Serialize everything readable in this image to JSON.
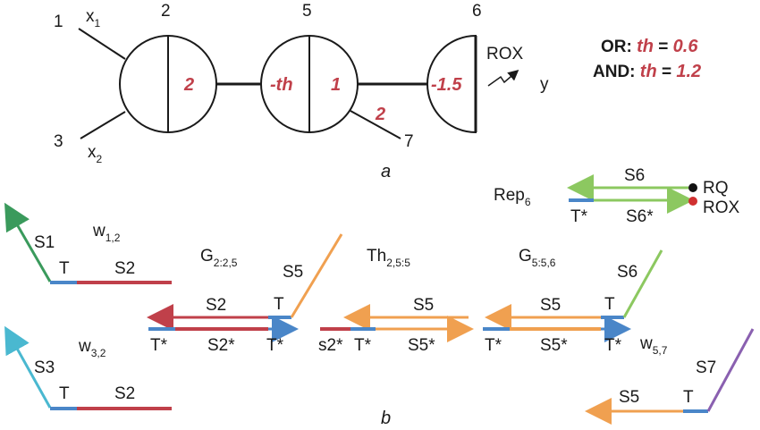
{
  "panel_a": {
    "inputs": {
      "n1": "1",
      "x1": "x",
      "x1_sub": "1",
      "n3": "3",
      "x2": "x",
      "x2_sub": "2"
    },
    "nodes": {
      "n2": "2",
      "n5": "5",
      "n6": "6",
      "n7": "7"
    },
    "weights": {
      "w2": "2",
      "th": "-th",
      "w1": "1",
      "w7": "2",
      "w15": "-1.5"
    },
    "output": {
      "rox": "ROX",
      "y": "y"
    },
    "legend": {
      "or_label": "OR: ",
      "or_th": "th",
      "or_eq": " = ",
      "or_val": "0.6",
      "and_label": "AND: ",
      "and_th": "th",
      "and_eq": " = ",
      "and_val": "1.2"
    },
    "caption": "a"
  },
  "panel_b": {
    "w12": {
      "name": "w",
      "sub": "1,2",
      "left": "S1",
      "t": "T",
      "right": "S2"
    },
    "w32": {
      "name": "w",
      "sub": "3,2",
      "left": "S3",
      "t": "T",
      "right": "S2"
    },
    "g225": {
      "name": "G",
      "sub": "2:2,5",
      "top_left": "S2",
      "top_t": "T",
      "arm": "S5",
      "bottom_t1": "T*",
      "bottom_mid": "S2*",
      "bottom_t2": "T*"
    },
    "th255": {
      "name": "Th",
      "sub": "2,5:5",
      "top": "S5",
      "bottom_s": "s2*",
      "bottom_t": "T*",
      "bottom_mid": "S5*"
    },
    "g556": {
      "name": "G",
      "sub": "5:5,6",
      "top_left": "S5",
      "top_t": "T",
      "arm": "S6",
      "bottom_t1": "T*",
      "bottom_mid": "S5*",
      "bottom_t2": "T*"
    },
    "rep6": {
      "name": "Rep",
      "sub": "6",
      "top": "S6",
      "bottom_t": "T*",
      "bottom_mid": "S6*",
      "rq": "RQ",
      "rox": "ROX"
    },
    "w57": {
      "name": "w",
      "sub": "5,7",
      "arm": "S7",
      "left": "S5",
      "t": "T"
    },
    "caption": "b"
  },
  "colors": {
    "green": "#3a9a5c",
    "red_strand": "#c0404a",
    "blue": "#4a86c8",
    "orange": "#f0a050",
    "teal": "#4ab8d0",
    "lime": "#8cc860",
    "purple": "#8a60b0",
    "weight_red": "#c0404a",
    "quencher": "#111111",
    "fluor": "#d03030"
  }
}
